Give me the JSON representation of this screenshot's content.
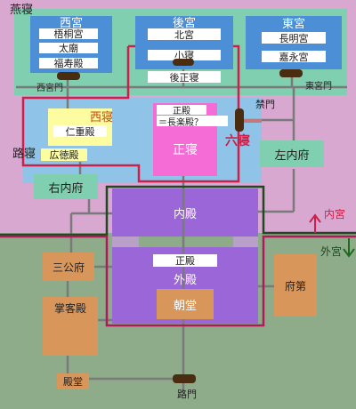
{
  "title": "燕寝",
  "areas": {
    "xigong": "西宮",
    "hougong": "後宮",
    "donggong": "東宮",
    "luqin": "路寝",
    "neidian": "内殿",
    "waidian": "外殿",
    "zhengqin": "正寝",
    "xiqin": "西寝",
    "liuqin": "六寝"
  },
  "halls": {
    "wutong": "梧桐宮",
    "taimiao": "太廟",
    "fushou": "福寿殿",
    "beigong": "北宮",
    "xiaoqin": "小寝",
    "houzhengqin": "後正寝",
    "changming": "長明宮",
    "jiayong": "嘉永宮",
    "renzhong": "仁重殿",
    "guangde": "広徳殿",
    "zhengdian_main": "正殿",
    "zhengdian_note": "＝長楽殿？",
    "zhengdian_outer": "正殿",
    "chaotang": "朝堂"
  },
  "gates": {
    "xigongmen": "西宮門",
    "donggongmen": "東宮門",
    "jinmen": "禁門",
    "lumen": "路門"
  },
  "offices": {
    "zuoneifu": "左内府",
    "youneifu": "右内府",
    "sangongfu": "三公府",
    "zhangkedian": "掌客殿",
    "fudi": "府第",
    "diantang": "殿堂"
  },
  "boundaries": {
    "neigong": "内宮",
    "waigong": "外宮"
  }
}
